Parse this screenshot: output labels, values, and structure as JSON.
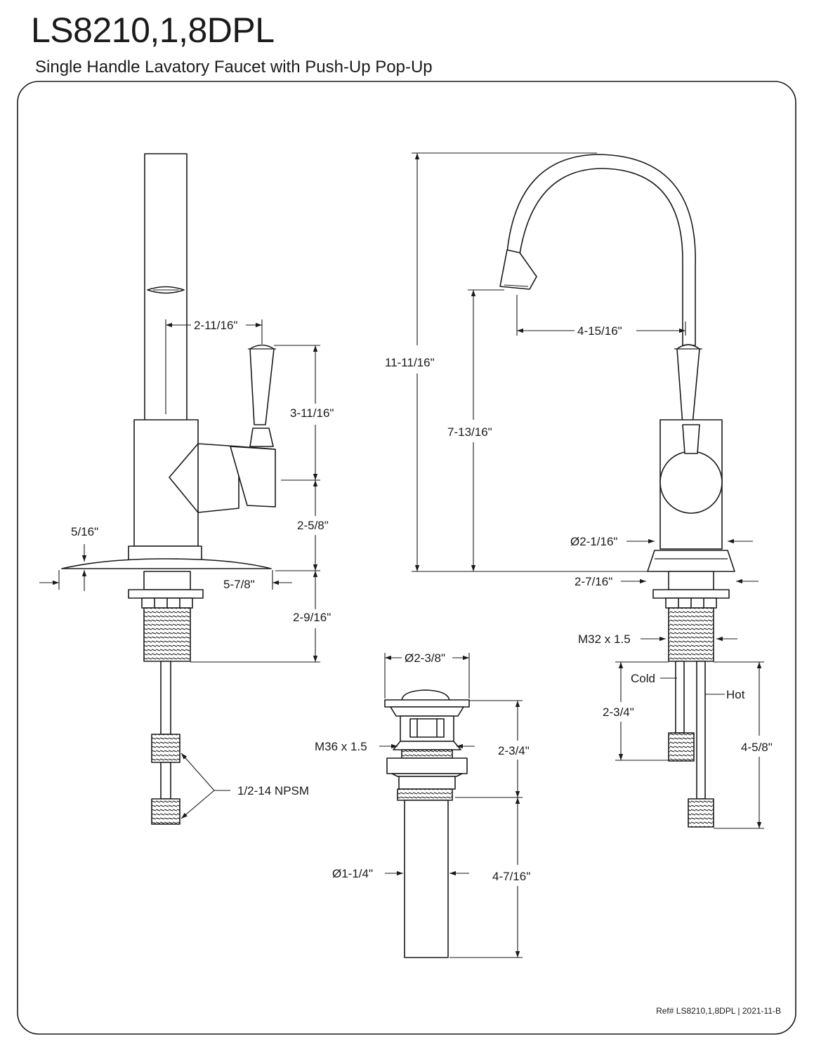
{
  "header": {
    "title": "LS8210,1,8DPL",
    "subtitle": "Single Handle Lavatory Faucet with Push-Up Pop-Up"
  },
  "side_view": {
    "dim_spout_offset": "2-11/16\"",
    "dim_handle_height": "3-11/16\"",
    "dim_body_height": "2-5/8\"",
    "dim_deck_plate_thickness": "5/16\"",
    "dim_deck_plate_length": "5-7/8\"",
    "dim_shank_length": "2-9/16\"",
    "supply_thread": "1/2-14 NPSM"
  },
  "front_view": {
    "dim_overall_height": "11-11/16\"",
    "dim_spout_height": "7-13/16\"",
    "dim_spout_reach": "4-15/16\"",
    "dim_body_diameter": "Ø2-1/16\"",
    "dim_base_width": "2-7/16\"",
    "shank_thread": "M32 x 1.5",
    "cold_label": "Cold",
    "hot_label": "Hot",
    "dim_cold_line": "2-3/4\"",
    "dim_hot_line": "4-5/8\""
  },
  "drain_view": {
    "dim_cap_diameter": "Ø2-3/8\"",
    "body_thread": "M36 x 1.5",
    "dim_body_height": "2-3/4\"",
    "dim_tailpiece_diameter": "Ø1-1/4\"",
    "dim_tailpiece_length": "4-7/16\""
  },
  "footer": {
    "ref": "Ref# LS8210,1,8DPL | 2021-11-B"
  }
}
